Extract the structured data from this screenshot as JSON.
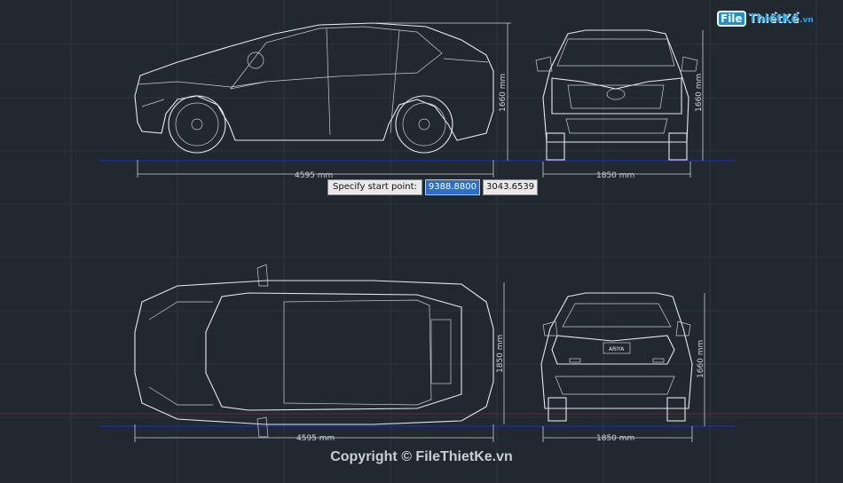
{
  "logo": {
    "brand_box": "File",
    "brand_text": "ThiếtKế",
    "brand_suffix": ".vn"
  },
  "command_prompt": {
    "label": "Specify start point:",
    "x_value": "9388.8800",
    "y_value": "3043.6539"
  },
  "dimensions": {
    "side_length": "4595 mm",
    "side_height": "1660 mm",
    "front_width": "1850 mm",
    "front_height": "1660 mm",
    "top_length": "4595 mm",
    "top_width": "1850 mm",
    "rear_width": "1850 mm",
    "rear_height": "1660 mm"
  },
  "badge": {
    "rear_badge": "ARIYA"
  },
  "footer": {
    "copyright": "Copyright © FileThietKe.vn"
  },
  "colors": {
    "background": "#212830",
    "lines": "#e6e9ec",
    "ucs_x_axis": "#1b2aa8",
    "ucs_y_axis": "#8a2a2a",
    "selection": "#2b6fce",
    "logo_accent": "#1f8fd6"
  }
}
